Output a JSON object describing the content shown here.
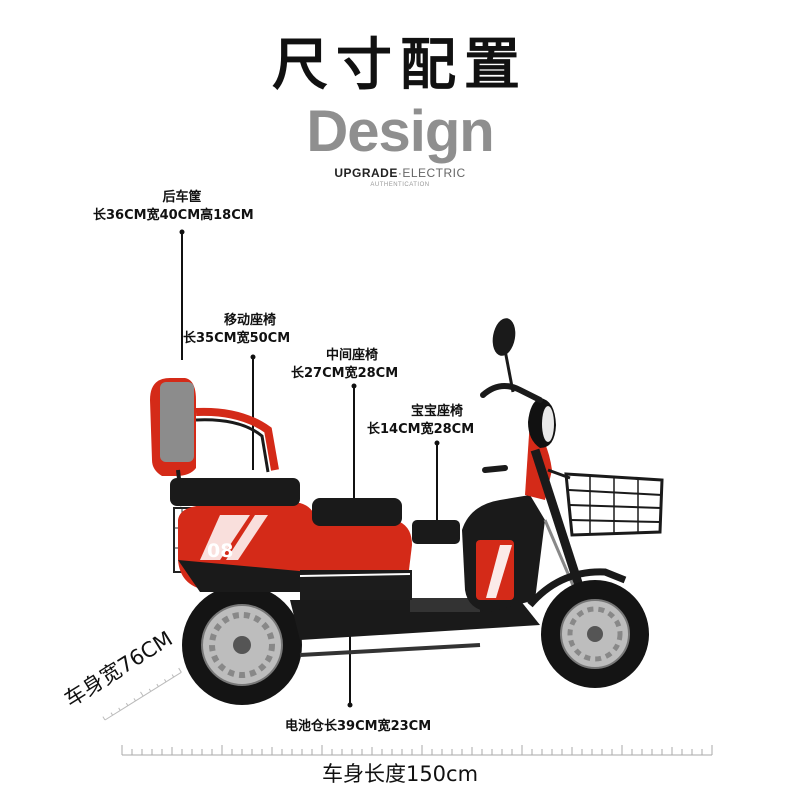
{
  "title": "尺寸配置",
  "design": "Design",
  "upgrade_bold": "UPGRADE",
  "upgrade_light": "·ELECTRIC",
  "authentication": "AUTHENTICATION",
  "rear_basket": {
    "name": "后车筐",
    "dims": "长36CM宽40CM高18CM"
  },
  "movable_seat": {
    "name": "移动座椅",
    "dims": "长35CM宽50CM"
  },
  "middle_seat": {
    "name": "中间座椅",
    "dims": "长27CM宽28CM"
  },
  "baby_seat": {
    "name": "宝宝座椅",
    "dims": "长14CM宽28CM"
  },
  "battery": "电池仓长39CM宽23CM",
  "body_width": "车身宽76CM",
  "body_length": "车身长度150cm",
  "panel_number": "08",
  "colors": {
    "body_red": "#d42a18",
    "black": "#161616",
    "title_gray": "#8f8f8f"
  }
}
